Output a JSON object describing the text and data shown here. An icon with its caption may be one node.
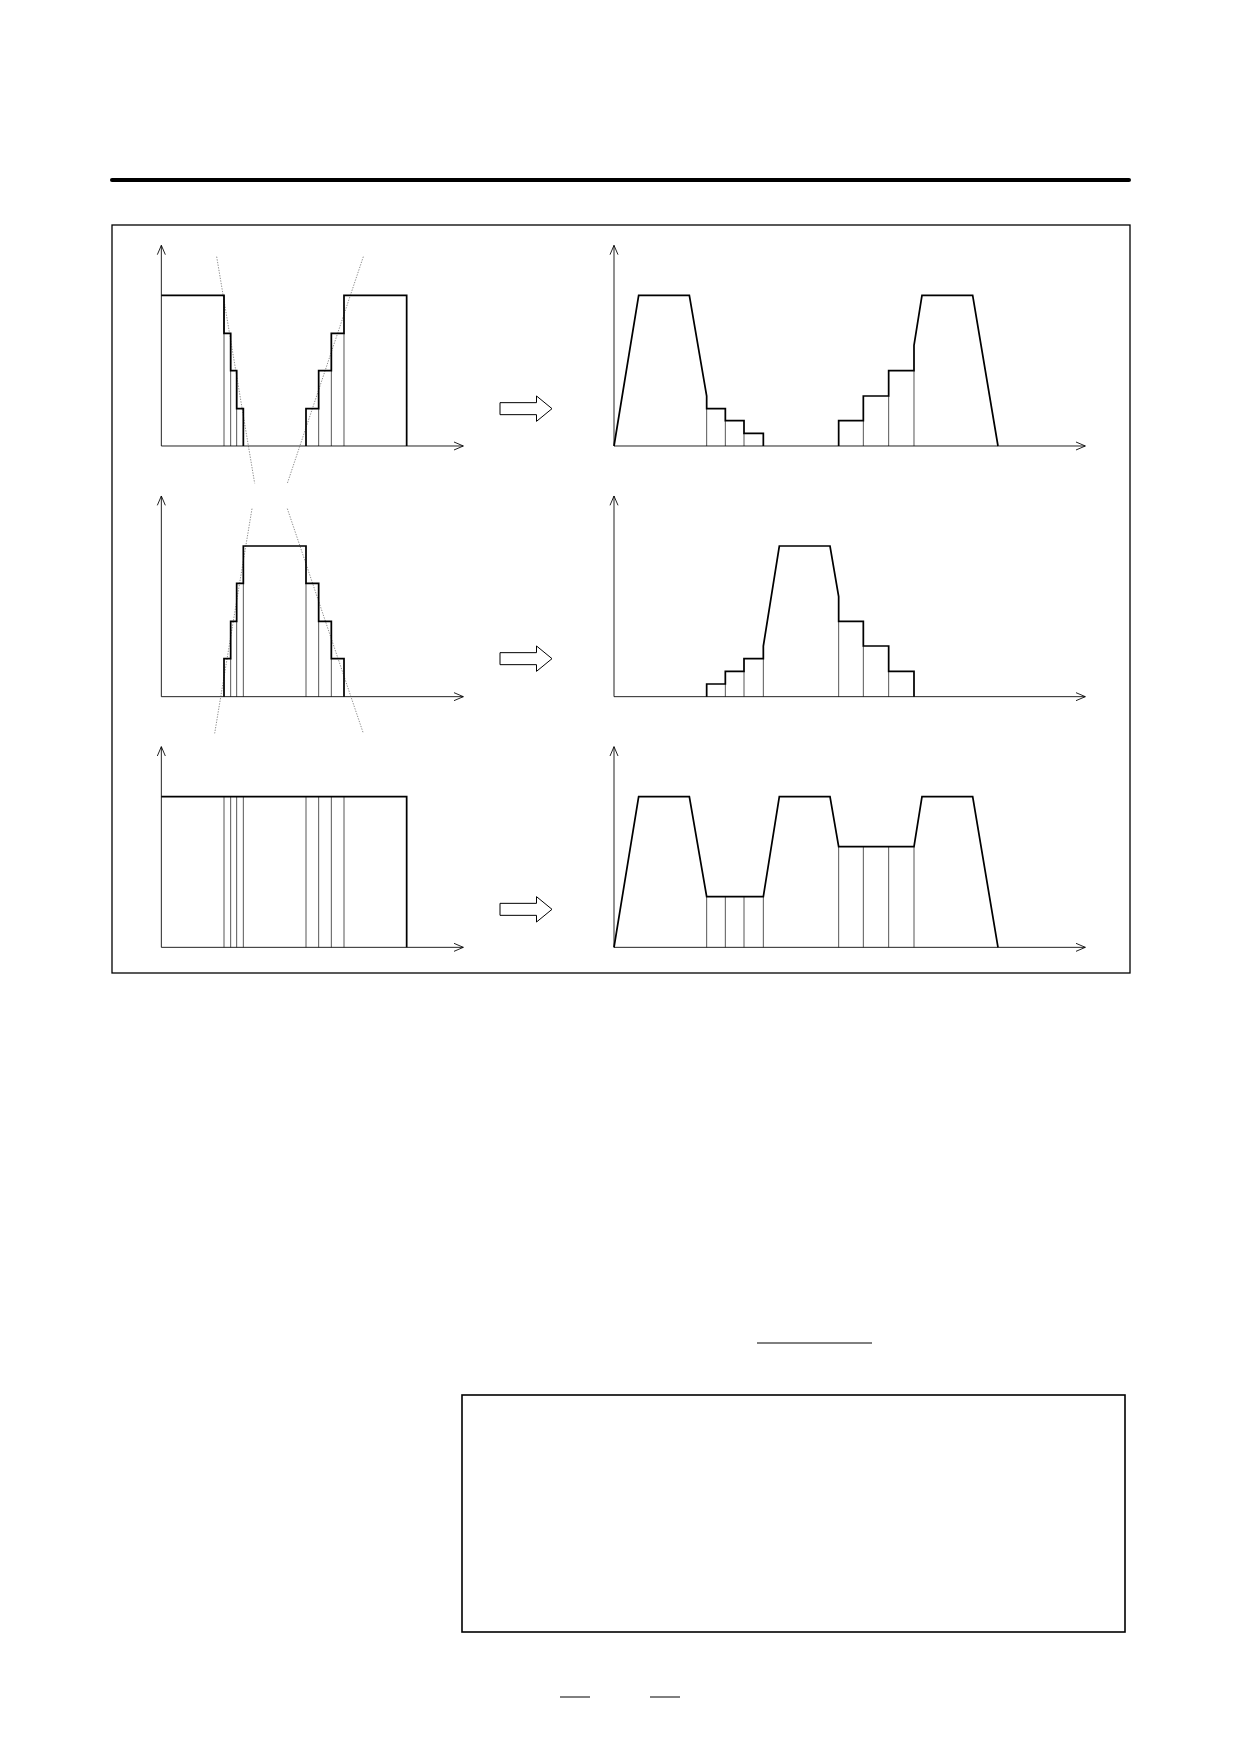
{
  "diagram": {
    "nodes": [
      {
        "text": [],
        "shape": "picture"
      },
      {
        "text": [],
        "shape": "picture"
      },
      {
        "text": [],
        "shape": "picture"
      },
      {
        "text": [],
        "shape": "picture"
      },
      {
        "text": [],
        "shape": "picture"
      },
      {
        "text": [],
        "shape": "picture"
      },
      {
        "text": [],
        "shape": "box"
      }
    ],
    "edges": [
      {
        "from": 0,
        "to": 1,
        "arrow": "to"
      },
      {
        "from": 2,
        "to": 3,
        "arrow": "to"
      },
      {
        "from": 4,
        "to": 5,
        "arrow": "to"
      }
    ]
  }
}
